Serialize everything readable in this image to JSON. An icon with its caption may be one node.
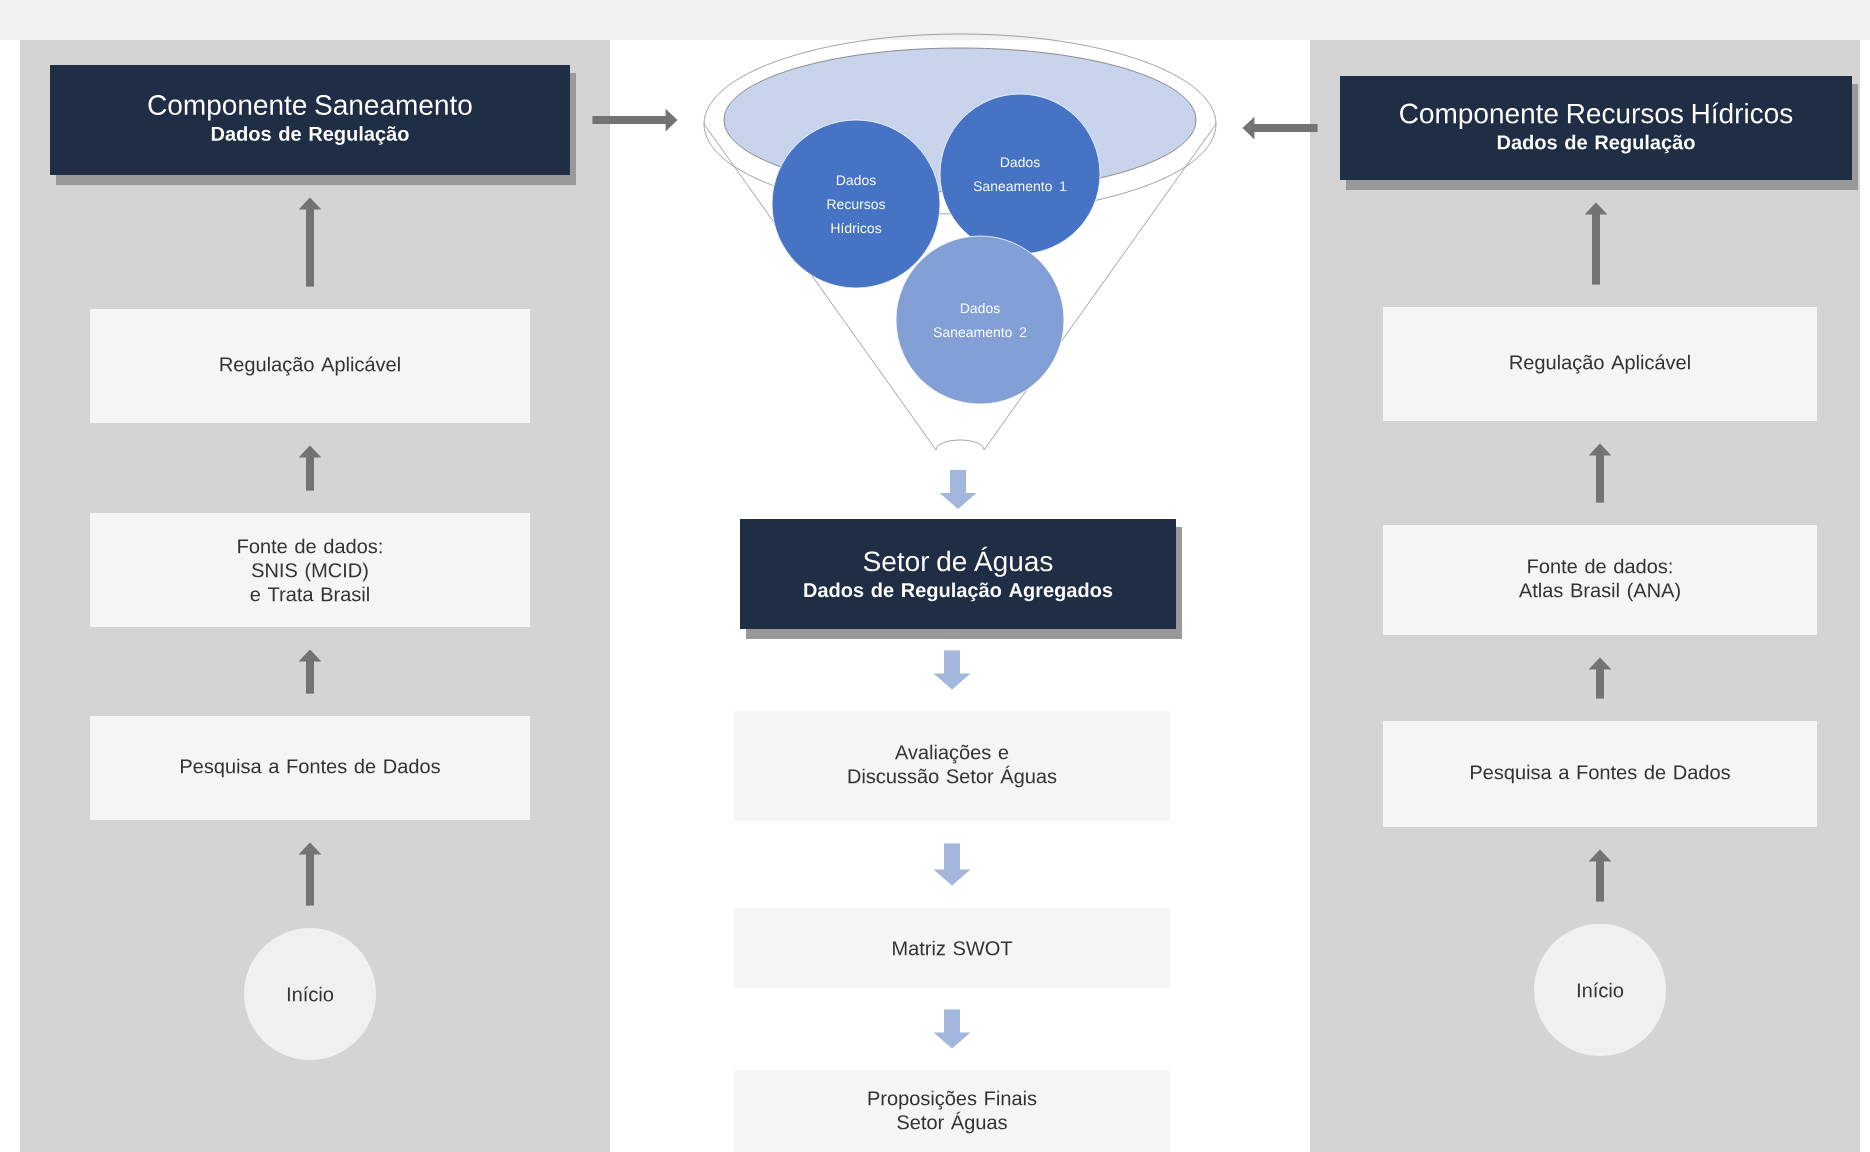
{
  "diagram": {
    "nodes": [
      {
        "text": [
          "Componente Saneamento",
          "Dados de Regulação"
        ]
      },
      {
        "text": [
          "Regulação Aplicável"
        ]
      },
      {
        "text": [
          "Fonte de dados: SNIS (MCID) e Trata Brasil"
        ]
      },
      {
        "text": [
          "Pesquisa a Fontes de Dados"
        ]
      },
      {
        "text": [
          "Início"
        ]
      },
      {
        "text": [],
        "shape": "funnel"
      },
      {
        "text": [
          "Dados Recursos Hídricos"
        ],
        "in": 5
      },
      {
        "text": [
          "Dados Saneamento 1"
        ],
        "in": 5
      },
      {
        "text": [
          "Dados Saneamento 2"
        ],
        "in": 5
      },
      {
        "text": [
          "Setor de Águas",
          "Dados de Regulação Agregados"
        ]
      },
      {
        "text": [
          "Avaliações e Discussão Setor Águas"
        ]
      },
      {
        "text": [
          "Matriz SWOT"
        ]
      },
      {
        "text": [
          "Proposições Finais Setor Águas"
        ]
      },
      {
        "text": [
          "Componente Recursos Hídricos",
          "Dados de Regulação"
        ]
      },
      {
        "text": [
          "Regulação Aplicável"
        ]
      },
      {
        "text": [
          "Fonte de dados: Atlas Brasil (ANA)"
        ]
      },
      {
        "text": [
          "Pesquisa a Fontes de Dados"
        ]
      },
      {
        "text": [
          "Início"
        ]
      }
    ],
    "edges": [
      {
        "from": 4,
        "to": 3,
        "arrow": "to"
      },
      {
        "from": 3,
        "to": 2,
        "arrow": "to"
      },
      {
        "from": 2,
        "to": 1,
        "arrow": "to"
      },
      {
        "from": 1,
        "to": 0,
        "arrow": "to"
      },
      {
        "from": 0,
        "to": 5,
        "arrow": "to"
      },
      {
        "from": 13,
        "to": 5,
        "arrow": "to"
      },
      {
        "from": 5,
        "to": 9,
        "arrow": "to",
        "style": "thick",
        "color": "#a3b6dc"
      },
      {
        "from": 9,
        "to": 10,
        "arrow": "to",
        "style": "thick",
        "color": "#a3b6dc"
      },
      {
        "from": 10,
        "to": 11,
        "arrow": "to",
        "style": "thick",
        "color": "#a3b6dc"
      },
      {
        "from": 11,
        "to": 12,
        "arrow": "to",
        "style": "thick",
        "color": "#a3b6dc"
      },
      {
        "from": 17,
        "to": 16,
        "arrow": "to"
      },
      {
        "from": 16,
        "to": 15,
        "arrow": "to"
      },
      {
        "from": 15,
        "to": 14,
        "arrow": "to"
      },
      {
        "from": 14,
        "to": 13,
        "arrow": "to"
      }
    ]
  }
}
